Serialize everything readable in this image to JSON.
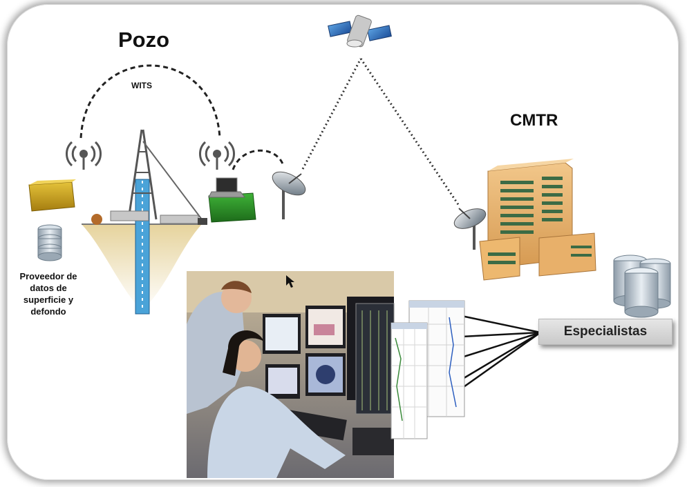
{
  "pozo": {
    "title": "Pozo",
    "link_label": "WITS"
  },
  "cmtr": {
    "title": "CMTR"
  },
  "data_provider": {
    "label": "Proveedor de datos de superficie y defondo"
  },
  "specialists": {
    "label": "Especialistas"
  },
  "colors": {
    "provider_box": "#c9a21c",
    "laptop_box": "#2f8f2a",
    "building": "#e9b777",
    "database": "#b9c7d3",
    "ground": "#d9c38a",
    "well_pipe": "#4aa3d8",
    "link_line": "#222222"
  },
  "icons": [
    "satellite-icon",
    "antenna-icon",
    "satellite-dish-icon",
    "drilling-rig-icon",
    "database-icon",
    "laptop-icon",
    "building-icon",
    "control-room-photo"
  ]
}
